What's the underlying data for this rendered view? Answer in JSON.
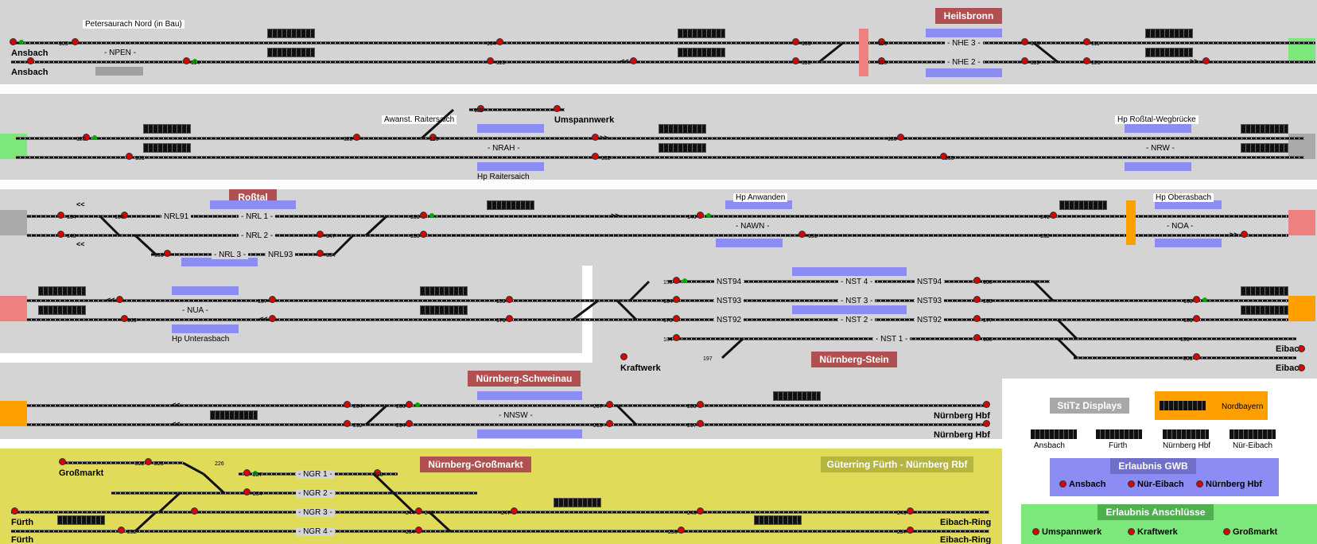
{
  "colors": {
    "bg": "#d4d4d4",
    "yellow": "#e0dc5a",
    "blue": "#8c8cf5",
    "station_red": "#b05050",
    "green": "#7ce87c",
    "orange": "#ffa000",
    "pink": "#f08080"
  },
  "stations": {
    "heilsbronn": "Heilsbronn",
    "rosstal": "Roßtal",
    "nbg_stein": "Nürnberg-Stein",
    "nbg_schweinau": "Nürnberg-Schweinau",
    "nbg_grossmarkt": "Nürnberg-Großmarkt",
    "gueterring": "Güterring Fürth - Nürnberg Rbf"
  },
  "places": {
    "ansbach1": "Ansbach",
    "ansbach2": "Ansbach",
    "umspannwerk": "Umspannwerk",
    "kraftwerk": "Kraftwerk",
    "eibach1": "Eibach",
    "eibach2": "Eibach",
    "nbg_hbf1": "Nürnberg Hbf",
    "nbg_hbf2": "Nürnberg Hbf",
    "grossmarkt": "Großmarkt",
    "fuerth1": "Fürth",
    "fuerth2": "Fürth",
    "eibach_ring1": "Eibach-Ring",
    "eibach_ring2": "Eibach-Ring"
  },
  "small_labels": {
    "petersaurach": "Petersaurach Nord (in Bau)",
    "awanst": "Awanst. Raitersaich",
    "hp_raitersaich": "Hp Raitersaich",
    "hp_rosstal": "Hp Roßtal-Wegbrücke",
    "hp_anwanden": "Hp Anwanden",
    "hp_oberasbach": "Hp Oberasbach",
    "hp_unterasbach": "Hp Unterasbach"
  },
  "track_labels": {
    "npen": "- NPEN -",
    "nhe3": "- NHE 3 -",
    "nhe2": "- NHE 2 -",
    "nrah": "- NRAH -",
    "nrw": "- NRW -",
    "nrl91": "NRL91",
    "nrl1": "- NRL 1 -",
    "nrl2": "- NRL 2 -",
    "nrl3": "- NRL 3 -",
    "nrl93": "NRL93",
    "nawn": "- NAWN -",
    "noa": "- NOA -",
    "nua": "- NUA -",
    "nst94a": "NST94",
    "nst94b": "NST94",
    "nst93a": "NST93",
    "nst93b": "NST93",
    "nst92a": "NST92",
    "nst92b": "NST92",
    "nst4": "- NST 4 -",
    "nst3": "- NST 3 -",
    "nst2": "- NST 2 -",
    "nst1": "- NST 1 -",
    "nnsw": "- NNSW -",
    "ngr1": "- NGR 1 -",
    "ngr2": "- NGR 2 -",
    "ngr3": "- NGR 3 -",
    "ngr4": "- NGR 4 -"
  },
  "legend": {
    "stitz_title": "StiTz Displays",
    "nordbayern": "Nordbayern",
    "d_ansbach": "Ansbach",
    "d_fuerth": "Fürth",
    "d_nbg_hbf": "Nürnberg Hbf",
    "d_nuer_eibach": "Nür-Eibach"
  },
  "gwb": {
    "title": "Erlaubnis GWB",
    "ansbach": "Ansbach",
    "nuer_eibach": "Nür-Eibach",
    "nbg_hbf": "Nürnberg Hbf"
  },
  "anschl": {
    "title": "Erlaubnis Anschlüsse",
    "umspannwerk": "Umspannwerk",
    "kraftwerk": "Kraftwerk",
    "grossmarkt": "Großmarkt"
  },
  "signal_numbers": {
    "s103": "103",
    "s114": "114",
    "s104": "104",
    "s115": "115",
    "s105": "105",
    "s116": "116",
    "s108": "108",
    "s118": "118",
    "s109": "109",
    "s119": "119",
    "s111": "111",
    "s121": "121",
    "s120": "120",
    "s131": "131",
    "s122": "122",
    "s128": "128",
    "s123": "123",
    "s132": "132",
    "s130": "130",
    "s133": "133",
    "s134": "134",
    "s143": "143",
    "s136": "136",
    "s153": "153",
    "s147": "147",
    "s154": "154",
    "s139": "139",
    "s150": "150",
    "s140": "140",
    "s151": "151",
    "s141": "141",
    "s152": "152",
    "s157": "157",
    "s169": "169",
    "s159": "159",
    "s171": "171",
    "s155": "155",
    "s164": "164",
    "s176": "176",
    "s184": "184",
    "s156": "156",
    "s165": "165",
    "s177": "177",
    "s186": "186",
    "s168": "168",
    "s181": "181",
    "s191": "191",
    "s201": "201",
    "s197": "197",
    "s204": "204",
    "s212": "212",
    "s206": "206",
    "s214": "214",
    "s207": "207",
    "s215": "215",
    "s209": "209",
    "s217": "217",
    "s222": "222",
    "s223": "223",
    "s226": "226",
    "s227": "227",
    "s228": "228",
    "s234": "234",
    "s244": "244",
    "s246": "246",
    "s247": "247",
    "s248": "248",
    "s249": "249",
    "s252": "252",
    "s254": "254",
    "s256": "256",
    "s257": "257"
  }
}
